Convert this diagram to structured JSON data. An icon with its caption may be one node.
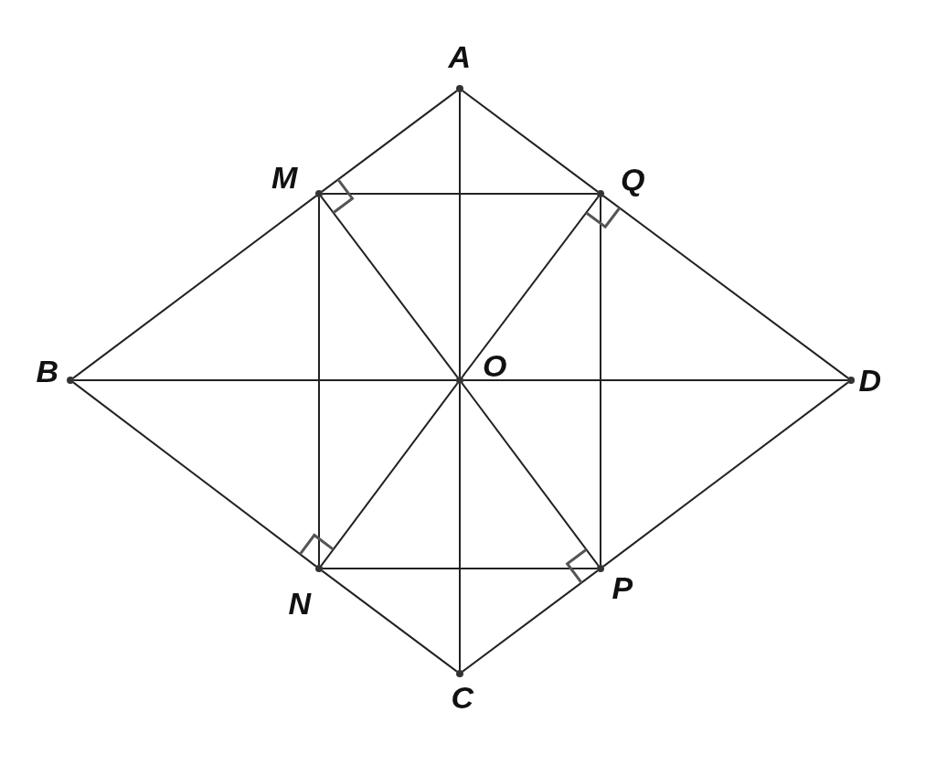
{
  "diagram": {
    "nodes": [
      {
        "text": [
          "A"
        ]
      },
      {
        "text": [
          "M"
        ]
      },
      {
        "text": [
          "Q"
        ]
      },
      {
        "text": [
          "B"
        ]
      },
      {
        "text": [
          "O"
        ]
      },
      {
        "text": [
          "D"
        ]
      },
      {
        "text": [
          "N"
        ]
      },
      {
        "text": [
          "P"
        ]
      },
      {
        "text": [
          "C"
        ]
      }
    ],
    "edges": [
      {
        "from": 0,
        "to": 1,
        "arrow": "none"
      },
      {
        "from": 1,
        "to": 3,
        "arrow": "none"
      },
      {
        "from": 0,
        "to": 2,
        "arrow": "none"
      },
      {
        "from": 2,
        "to": 5,
        "arrow": "none"
      },
      {
        "from": 3,
        "to": 6,
        "arrow": "none"
      },
      {
        "from": 6,
        "to": 8,
        "arrow": "none"
      },
      {
        "from": 8,
        "to": 7,
        "arrow": "none"
      },
      {
        "from": 7,
        "to": 5,
        "arrow": "none"
      },
      {
        "from": 0,
        "to": 4,
        "arrow": "none"
      },
      {
        "from": 4,
        "to": 8,
        "arrow": "none"
      },
      {
        "from": 3,
        "to": 4,
        "arrow": "none"
      },
      {
        "from": 4,
        "to": 5,
        "arrow": "none"
      },
      {
        "from": 1,
        "to": 2,
        "arrow": "none"
      },
      {
        "from": 2,
        "to": 7,
        "arrow": "none"
      },
      {
        "from": 7,
        "to": 6,
        "arrow": "none"
      },
      {
        "from": 6,
        "to": 1,
        "arrow": "none"
      },
      {
        "from": 1,
        "to": 4,
        "arrow": "none"
      },
      {
        "from": 4,
        "to": 7,
        "arrow": "none"
      },
      {
        "from": 2,
        "to": 4,
        "arrow": "none"
      },
      {
        "from": 4,
        "to": 6,
        "arrow": "none"
      }
    ]
  }
}
